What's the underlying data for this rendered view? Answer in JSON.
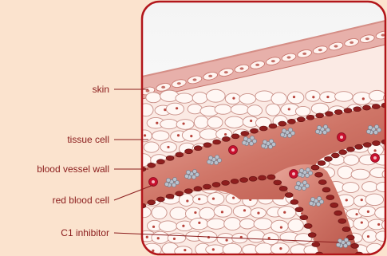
{
  "labels": {
    "skin": "skin",
    "tissue_cell": "tissue cell",
    "blood_vessel_wall": "blood vessel wall",
    "red_blood_cell": "red blood cell",
    "c1_inhibitor": "C1 inhibitor"
  },
  "colors": {
    "background": "#fbe3ce",
    "frame": "#b2161b",
    "skin": "#e3a7a1",
    "tissue": "#fbeae4",
    "vessel_lumen": "#c8655c",
    "vessel_wall": "#8e1e1e",
    "red_blood_cell": "#c8102e",
    "c1_inhibitor": "#9aa3b0",
    "label_text": "#8a1b1b"
  }
}
